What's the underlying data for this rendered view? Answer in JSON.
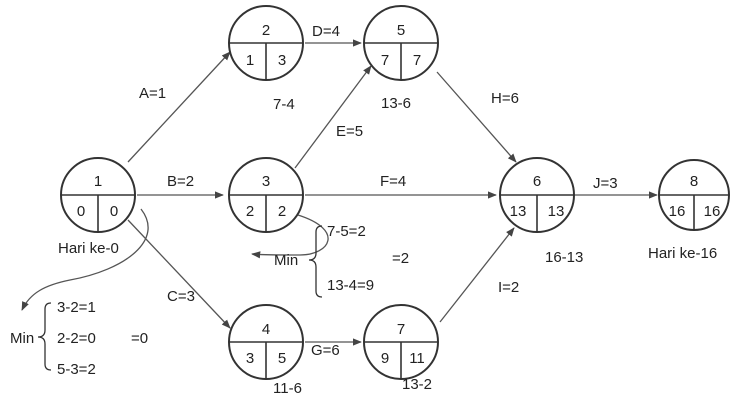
{
  "diagram": {
    "nodes": [
      {
        "id": "1",
        "es": "0",
        "lf": "0"
      },
      {
        "id": "2",
        "es": "1",
        "lf": "3"
      },
      {
        "id": "3",
        "es": "2",
        "lf": "2"
      },
      {
        "id": "4",
        "es": "3",
        "lf": "5"
      },
      {
        "id": "5",
        "es": "7",
        "lf": "7"
      },
      {
        "id": "6",
        "es": "13",
        "lf": "13"
      },
      {
        "id": "7",
        "es": "9",
        "lf": "11"
      },
      {
        "id": "8",
        "es": "16",
        "lf": "16"
      }
    ],
    "edges": [
      {
        "from": "1",
        "to": "2",
        "label": "A=1"
      },
      {
        "from": "1",
        "to": "3",
        "label": "B=2"
      },
      {
        "from": "1",
        "to": "4",
        "label": "C=3"
      },
      {
        "from": "2",
        "to": "5",
        "label": "D=4"
      },
      {
        "from": "3",
        "to": "5",
        "label": "E=5"
      },
      {
        "from": "3",
        "to": "6",
        "label": "F=4"
      },
      {
        "from": "4",
        "to": "7",
        "label": "G=6"
      },
      {
        "from": "5",
        "to": "6",
        "label": "H=6"
      },
      {
        "from": "7",
        "to": "6",
        "label": "I=2"
      },
      {
        "from": "6",
        "to": "8",
        "label": "J=3"
      }
    ],
    "annotations": {
      "start_day": "Hari ke-0",
      "end_day": "Hari ke-16",
      "node2_calc": "7-4",
      "node5_calc": "13-6",
      "node4_calc": "11-6",
      "node7_calc": "13-2",
      "node6_calc": "16-13"
    },
    "min_node3": {
      "label": "Min",
      "lines": [
        "7-5=2",
        "13-4=9"
      ],
      "result": "=2"
    },
    "min_node1": {
      "label": "Min",
      "lines": [
        "3-2=1",
        "2-2=0",
        "5-3=2"
      ],
      "result": "=0"
    }
  }
}
